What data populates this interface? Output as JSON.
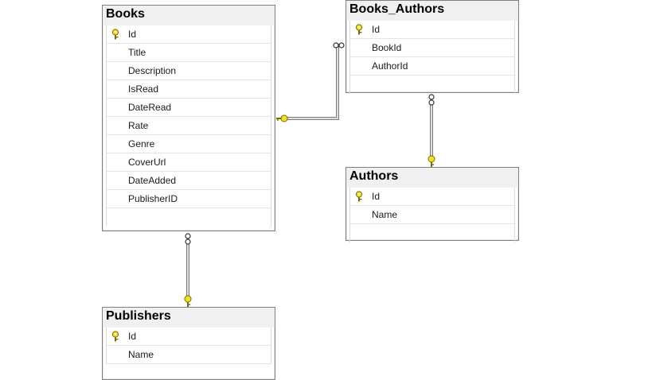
{
  "colors": {
    "key": "#f2e12b",
    "line": "#7a7a7a",
    "header_bg": "#f0f0f0"
  },
  "tables": {
    "books": {
      "title": "Books",
      "columns": [
        "Id",
        "Title",
        "Description",
        "IsRead",
        "DateRead",
        "Rate",
        "Genre",
        "CoverUrl",
        "DateAdded",
        "PublisherID"
      ],
      "primary_key": "Id"
    },
    "books_authors": {
      "title": "Books_Authors",
      "columns": [
        "Id",
        "BookId",
        "AuthorId"
      ],
      "primary_key": "Id"
    },
    "authors": {
      "title": "Authors",
      "columns": [
        "Id",
        "Name"
      ],
      "primary_key": "Id"
    },
    "publishers": {
      "title": "Publishers",
      "columns": [
        "Id",
        "Name"
      ],
      "primary_key": "Id"
    }
  },
  "relationships": [
    {
      "from": "Books_Authors",
      "to": "Books",
      "many_end": "Books_Authors",
      "one_end": "Books"
    },
    {
      "from": "Books_Authors",
      "to": "Authors",
      "many_end": "Books_Authors",
      "one_end": "Authors"
    },
    {
      "from": "Books",
      "to": "Publishers",
      "many_end": "Books",
      "one_end": "Publishers"
    }
  ]
}
